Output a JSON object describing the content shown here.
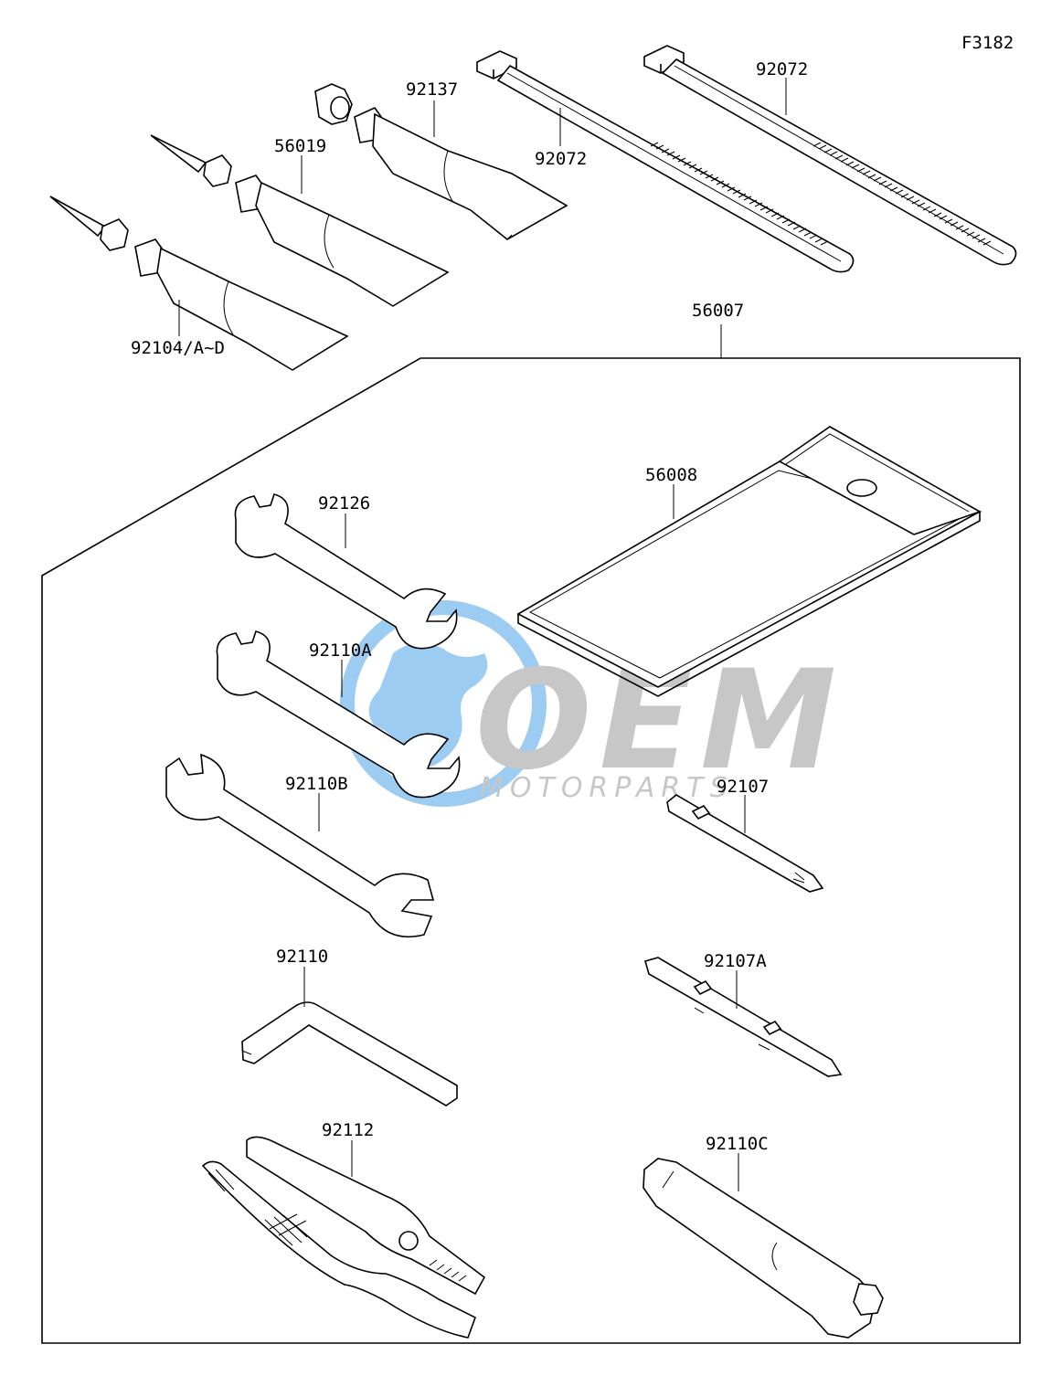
{
  "diagram": {
    "figure_code": "F3182",
    "parts": {
      "tie_top": "92072",
      "tie_mid": "92072",
      "tube_92137": "92137",
      "tube_56019": "56019",
      "tube_92104": "92104/A~D",
      "kit": "56007",
      "pouch": "56008",
      "wrench_92126": "92126",
      "wrench_92110A": "92110A",
      "wrench_92110B": "92110B",
      "driver_92107": "92107",
      "hex_key": "92110",
      "driver_92107A": "92107A",
      "pliers": "92112",
      "plug_wrench": "92110C"
    },
    "watermark": {
      "brand": "OEM",
      "tagline": "MOTORPARTS",
      "globe_color": "#4da3e6",
      "text_color": "#b3b3b3"
    }
  }
}
